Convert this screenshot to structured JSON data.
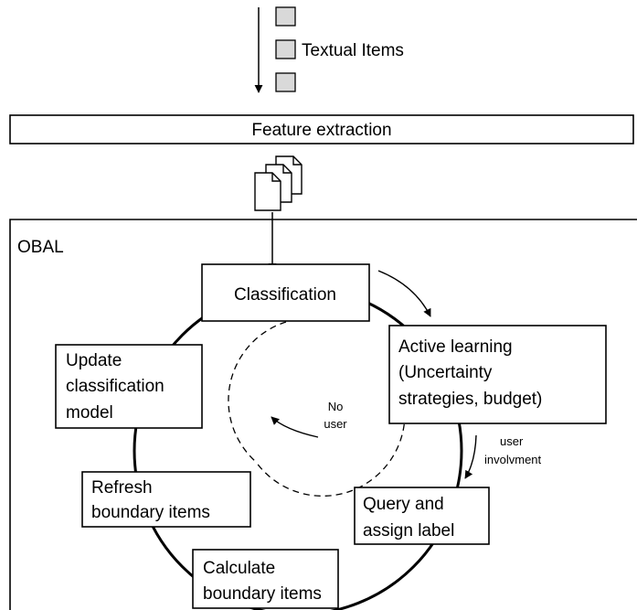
{
  "input": {
    "textual_items_label": "Textual Items"
  },
  "feature_extraction": {
    "label": "Feature extraction"
  },
  "obal": {
    "label": "OBAL",
    "steps": {
      "classification": [
        "Classification"
      ],
      "active_learning": [
        "Active learning",
        "(Uncertainty",
        "strategies, budget)"
      ],
      "query_label": [
        "Query and",
        "assign label"
      ],
      "calculate_boundary": [
        "Calculate",
        "boundary items"
      ],
      "refresh_boundary": [
        "Refresh",
        "boundary items"
      ],
      "update_model": [
        "Update",
        "classification",
        "model"
      ]
    },
    "no_user": [
      "No",
      "user"
    ],
    "user_involvement": [
      "user",
      "involvment"
    ]
  }
}
